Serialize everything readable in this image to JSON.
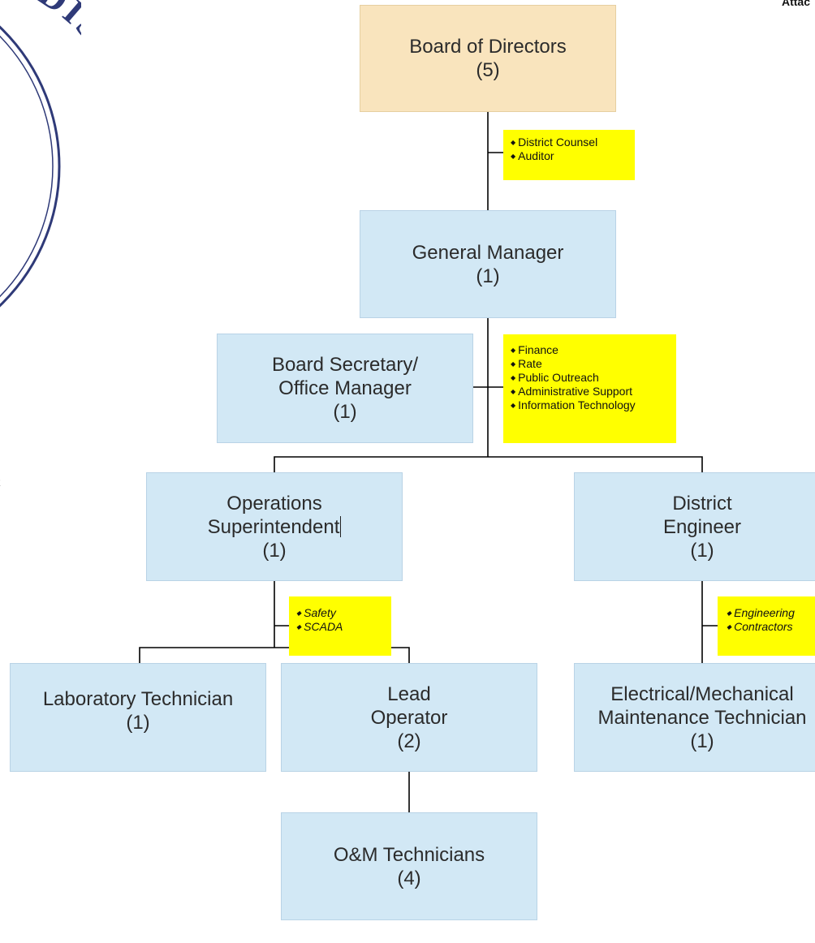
{
  "header": {
    "top_right_fragment": "Attac"
  },
  "seal": {
    "arc_text": "CITY DISTRICT",
    "stray_char": "t",
    "color": "#2f3a78"
  },
  "colors": {
    "board_fill": "#f9e4bd",
    "position_fill": "#d2e8f5",
    "note_fill": "#ffff00",
    "connector": "#000000"
  },
  "nodes": {
    "board": {
      "lines": [
        "Board of Directors",
        "(5)"
      ]
    },
    "gm": {
      "lines": [
        "General Manager",
        "(1)"
      ]
    },
    "secretary": {
      "lines": [
        "Board Secretary/",
        "Office Manager",
        "(1)"
      ]
    },
    "ops": {
      "lines": [
        "Operations",
        "Superintendent",
        "(1)"
      ]
    },
    "engineer": {
      "lines": [
        "District",
        "Engineer",
        "(1)"
      ]
    },
    "lab": {
      "lines": [
        "Laboratory Technician",
        "(1)"
      ]
    },
    "lead": {
      "lines": [
        "Lead",
        "Operator",
        "(2)"
      ]
    },
    "em": {
      "lines": [
        "Electrical/Mechanical",
        "Maintenance Technician",
        "(1)"
      ]
    },
    "om": {
      "lines": [
        "O&M Technicians",
        "(4)"
      ]
    }
  },
  "notes": {
    "board_support": {
      "items": [
        "District Counsel",
        "Auditor"
      ]
    },
    "gm_functions": {
      "items": [
        "Finance",
        "Rate",
        "Public Outreach",
        "Administrative Support",
        "Information Technology"
      ]
    },
    "ops_functions": {
      "items": [
        "Safety",
        "SCADA"
      ]
    },
    "eng_functions": {
      "items": [
        "Engineering",
        "Contractors"
      ]
    }
  }
}
